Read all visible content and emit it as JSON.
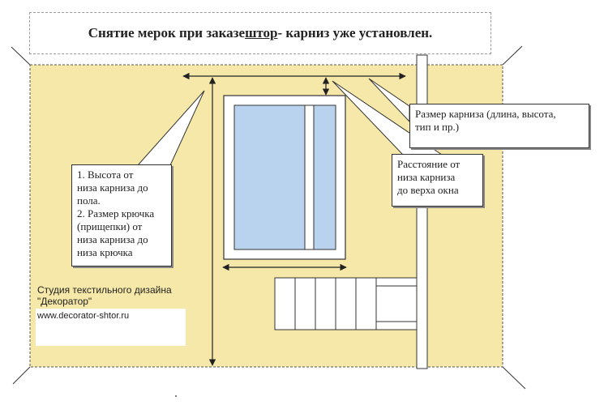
{
  "title": {
    "before": "Снятие мерок при заказе ",
    "underlined": "штор ",
    "after": "- карниз уже установлен."
  },
  "callouts": {
    "left": {
      "line1": "1. Высота от",
      "line2": "низа  карниза до",
      "line3": "пола.",
      "line4": "2. Размер крючка",
      "line5": "(прищепки) от",
      "line6": "низа карниза до",
      "line7": "низа крючка"
    },
    "rod": {
      "line1": "Размер карниза (длина, высота,",
      "line2": "тип и пр.)"
    },
    "distance": {
      "line1": "Расстояние от",
      "line2": "низа карниза",
      "line3": "до верха окна"
    }
  },
  "studio": {
    "line1": "Студия текстильного дизайна",
    "line2": "\"Декоратор\"",
    "website": "www.decorator-shtor.ru"
  },
  "colors": {
    "wall": "#f6e8a8",
    "glass": "#b9d3ee",
    "window_frame": "#ffffff",
    "stroke": "#333333"
  }
}
